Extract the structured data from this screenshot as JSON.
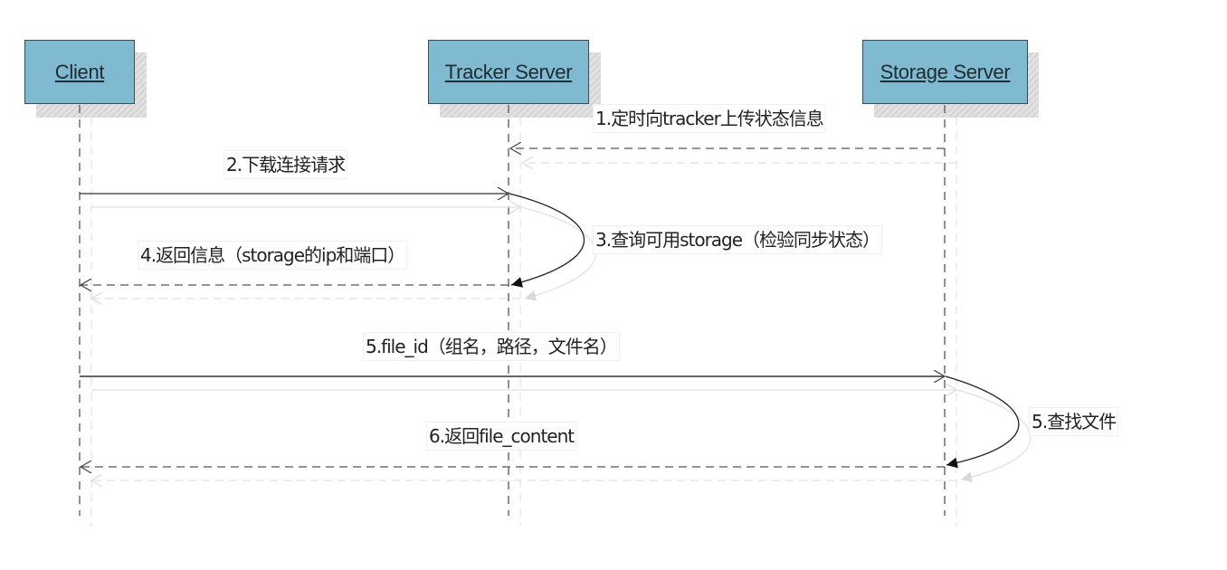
{
  "diagram": {
    "type": "sequence",
    "colors": {
      "actor_fill": "#7fbad0",
      "actor_border": "#3c4a52",
      "line": "#444444",
      "ghost": "#dddddd"
    },
    "actors": [
      {
        "id": "client",
        "label": "Client"
      },
      {
        "id": "tracker",
        "label": "Tracker Server"
      },
      {
        "id": "storage",
        "label": "Storage Server"
      }
    ],
    "messages": [
      {
        "id": "m1",
        "label": "1.定时向tracker上传状态信息",
        "from": "storage",
        "to": "tracker",
        "style": "dashed"
      },
      {
        "id": "m2",
        "label": "2.下载连接请求",
        "from": "client",
        "to": "tracker",
        "style": "solid"
      },
      {
        "id": "m3",
        "label": "3.查询可用storage（检验同步状态）",
        "from": "tracker",
        "to": "tracker",
        "style": "self"
      },
      {
        "id": "m4",
        "label": "4.返回信息（storage的ip和端口）",
        "from": "tracker",
        "to": "client",
        "style": "dashed"
      },
      {
        "id": "m5",
        "label": "5.file_id（组名，路径，文件名）",
        "from": "client",
        "to": "storage",
        "style": "solid"
      },
      {
        "id": "m5b",
        "label": "5.查找文件",
        "from": "storage",
        "to": "storage",
        "style": "self"
      },
      {
        "id": "m6",
        "label": "6.返回file_content",
        "from": "storage",
        "to": "client",
        "style": "dashed"
      }
    ]
  }
}
